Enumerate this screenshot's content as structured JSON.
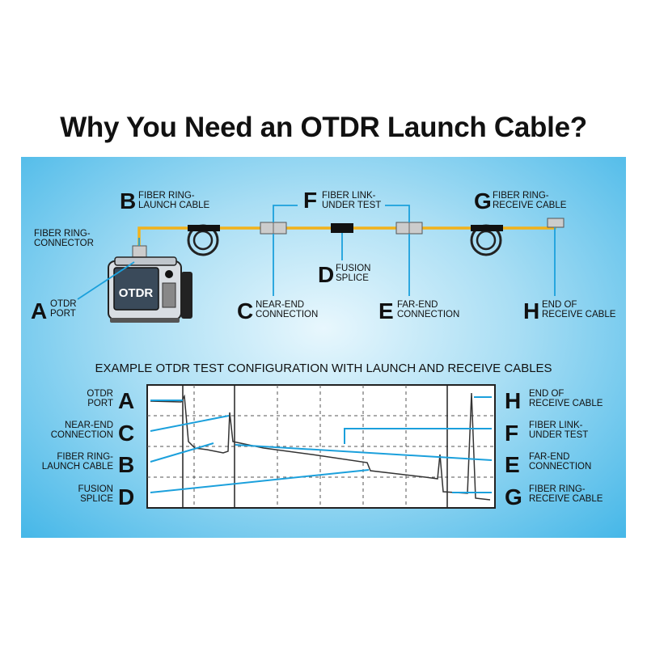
{
  "title": "Why You Need an OTDR Launch Cable?",
  "device_label": "OTDR",
  "colors": {
    "fiber": "#f2b21b",
    "callout": "#1ba0dc",
    "panel": "#45b7e8"
  },
  "top": {
    "A": {
      "letter": "A",
      "line1": "OTDR",
      "line2": "PORT"
    },
    "B": {
      "letter": "B",
      "line1": "FIBER RING-",
      "line2": "LAUNCH CABLE"
    },
    "C": {
      "letter": "C",
      "line1": "NEAR-END",
      "line2": "CONNECTION"
    },
    "D": {
      "letter": "D",
      "line1": "FUSION",
      "line2": "SPLICE"
    },
    "E": {
      "letter": "E",
      "line1": "FAR-END",
      "line2": "CONNECTION"
    },
    "F": {
      "letter": "F",
      "line1": "FIBER LINK-",
      "line2": "UNDER TEST"
    },
    "G": {
      "letter": "G",
      "line1": "FIBER RING-",
      "line2": "RECEIVE CABLE"
    },
    "H": {
      "letter": "H",
      "line1": "END OF",
      "line2": "RECEIVE CABLE"
    },
    "connector": {
      "line1": "FIBER RING-",
      "line2": "CONNECTOR"
    }
  },
  "subtitle": "EXAMPLE OTDR TEST CONFIGURATION WITH LAUNCH AND RECEIVE CABLES",
  "bottom_left": [
    {
      "letter": "A",
      "line1": "OTDR",
      "line2": "PORT"
    },
    {
      "letter": "C",
      "line1": "NEAR-END",
      "line2": "CONNECTION"
    },
    {
      "letter": "B",
      "line1": "FIBER RING-",
      "line2": "LAUNCH CABLE"
    },
    {
      "letter": "D",
      "line1": "FUSION",
      "line2": "SPLICE"
    }
  ],
  "bottom_right": [
    {
      "letter": "H",
      "line1": "END OF",
      "line2": "RECEIVE CABLE"
    },
    {
      "letter": "F",
      "line1": "FIBER LINK-",
      "line2": "UNDER TEST"
    },
    {
      "letter": "E",
      "line1": "FAR-END",
      "line2": "CONNECTION"
    },
    {
      "letter": "G",
      "line1": "FIBER RING-",
      "line2": "RECEIVE CABLE"
    }
  ]
}
